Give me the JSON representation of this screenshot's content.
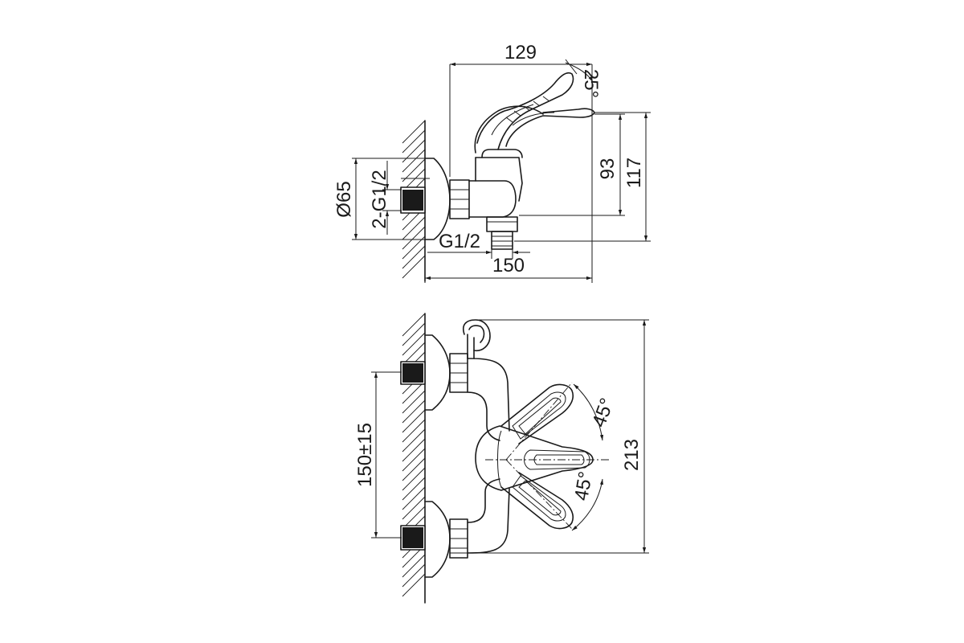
{
  "side_view": {
    "dimensions": {
      "top_width": "129",
      "handle_angle": "25°",
      "spout_height": "93",
      "total_height": "117",
      "bottom_width": "150",
      "outlet_thread": "G1/2",
      "flange_diameter": "Ø65",
      "inlet_thread": "2-G1/2"
    }
  },
  "front_view": {
    "dimensions": {
      "inlet_spacing": "150±15",
      "total_height": "213",
      "upper_angle": "45°",
      "lower_angle": "45°"
    }
  }
}
